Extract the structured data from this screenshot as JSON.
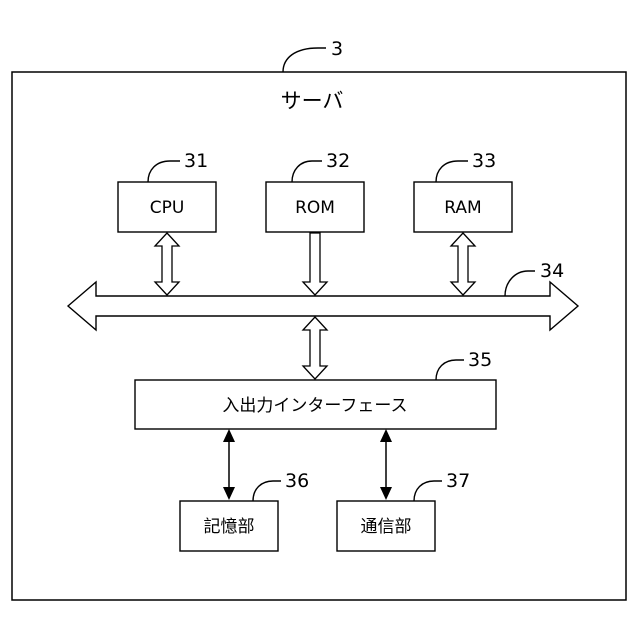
{
  "server": {
    "ref": "3",
    "title": "サーバ"
  },
  "cpu": {
    "ref": "31",
    "label": "CPU"
  },
  "rom": {
    "ref": "32",
    "label": "ROM"
  },
  "ram": {
    "ref": "33",
    "label": "RAM"
  },
  "bus": {
    "ref": "34"
  },
  "io": {
    "ref": "35",
    "label": "入出力インターフェース"
  },
  "storage": {
    "ref": "36",
    "label": "記憶部"
  },
  "comm": {
    "ref": "37",
    "label": "通信部"
  }
}
